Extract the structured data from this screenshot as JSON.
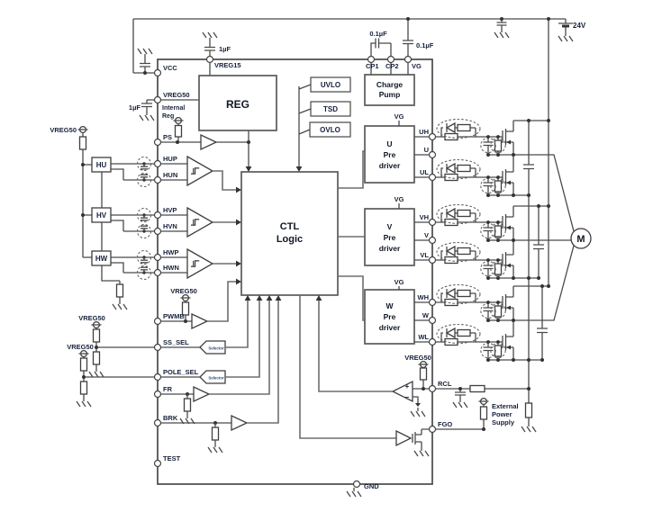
{
  "colors": {
    "wire": "#4a4a4a",
    "box_stroke": "#5a5a5a",
    "text": "#16213a",
    "block_text": "#101826",
    "background": "#ffffff"
  },
  "ic": {
    "pins_left": [
      "VCC",
      "VREG50",
      "PS",
      "HUP",
      "HUN",
      "HVP",
      "HVN",
      "HWP",
      "HWN",
      "PWMB",
      "SS_SEL",
      "POLE_SEL",
      "FR",
      "BRK",
      "TEST"
    ],
    "pins_top": [
      "VREG15",
      "CP1",
      "CP2",
      "VG"
    ],
    "pins_right": [
      "UH",
      "U",
      "UL",
      "VH",
      "V",
      "VL",
      "WH",
      "W",
      "WL",
      "RCL",
      "FGO"
    ],
    "pin_bottom": "GND"
  },
  "blocks": {
    "reg": "REG",
    "ctl": [
      "CTL",
      "Logic"
    ],
    "charge_pump": [
      "Charge",
      "Pump"
    ],
    "monitors": [
      "UVLO",
      "TSD",
      "OVLO"
    ],
    "predriver_u": [
      "U",
      "Pre",
      "driver"
    ],
    "predriver_v": [
      "V",
      "Pre",
      "driver"
    ],
    "predriver_w": [
      "W",
      "Pre",
      "driver"
    ],
    "motor": "M"
  },
  "hall": {
    "u": "HU",
    "v": "HV",
    "w": "HW"
  },
  "annotations": {
    "supply": "24V",
    "cap_flying": "0.1µF",
    "cap_vg": "0.1µF",
    "cap_vreg15": "1µF",
    "cap_vreg50": "1µF",
    "vreg50": "VREG50",
    "vg": "VG",
    "internal_reg": [
      "Internal",
      "Reg"
    ],
    "selector": "Selector",
    "ext_supply": [
      "External",
      "Power",
      "Supply"
    ],
    "plus": "+",
    "minus": "−"
  }
}
